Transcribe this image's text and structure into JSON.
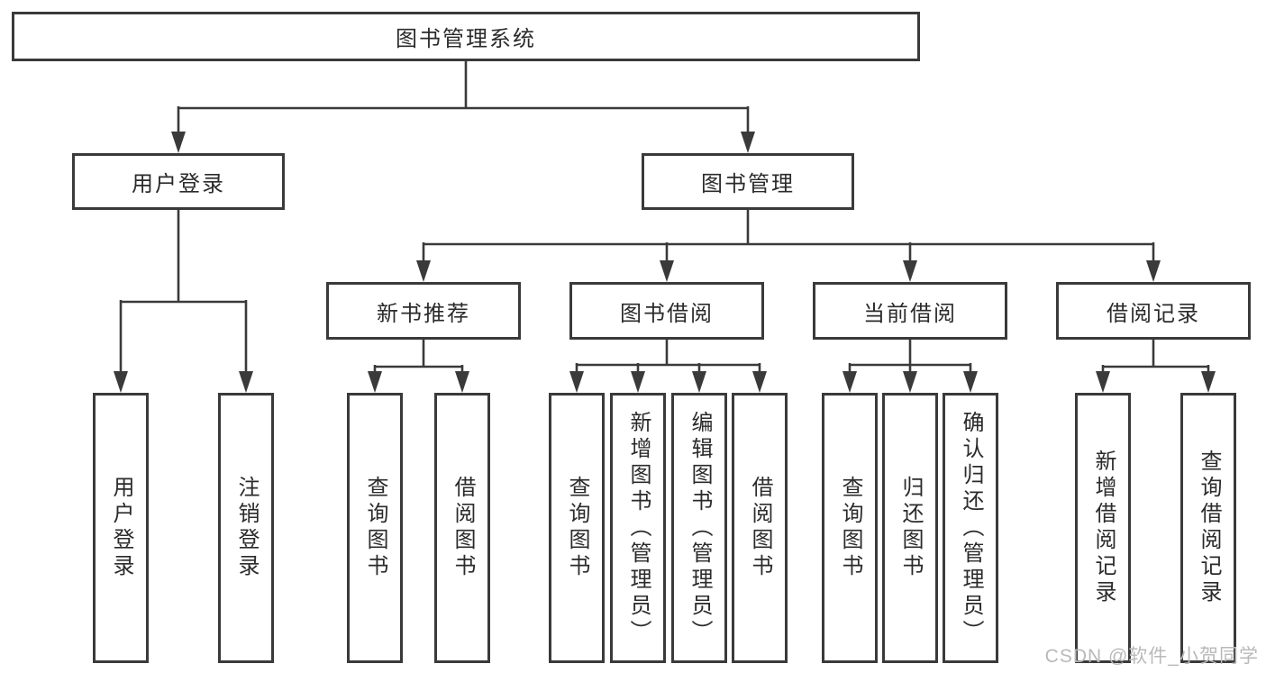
{
  "title": "图书管理系统",
  "tree": {
    "label": "图书管理系统",
    "children": [
      {
        "label": "用户登录",
        "children": [
          {
            "label": "用户登录"
          },
          {
            "label": "注销登录"
          }
        ]
      },
      {
        "label": "图书管理",
        "children": [
          {
            "label": "新书推荐",
            "children": [
              {
                "label": "查询图书"
              },
              {
                "label": "借阅图书"
              }
            ]
          },
          {
            "label": "图书借阅",
            "children": [
              {
                "label": "查询图书"
              },
              {
                "label": "新增图书（管理员）"
              },
              {
                "label": "编辑图书（管理员）"
              },
              {
                "label": "借阅图书"
              }
            ]
          },
          {
            "label": "当前借阅",
            "children": [
              {
                "label": "查询图书"
              },
              {
                "label": "归还图书"
              },
              {
                "label": "确认归还（管理员）"
              }
            ]
          },
          {
            "label": "借阅记录",
            "children": [
              {
                "label": "新增借阅记录"
              },
              {
                "label": "查询借阅记录"
              }
            ]
          }
        ]
      }
    ]
  },
  "watermark": "CSDN @软件_小贺同学",
  "colors": {
    "line": "#3a3a3a",
    "box_border": "#3a3a3a",
    "text": "#2b2b2b",
    "background": "#ffffff",
    "watermark": "#b9b9b9"
  }
}
